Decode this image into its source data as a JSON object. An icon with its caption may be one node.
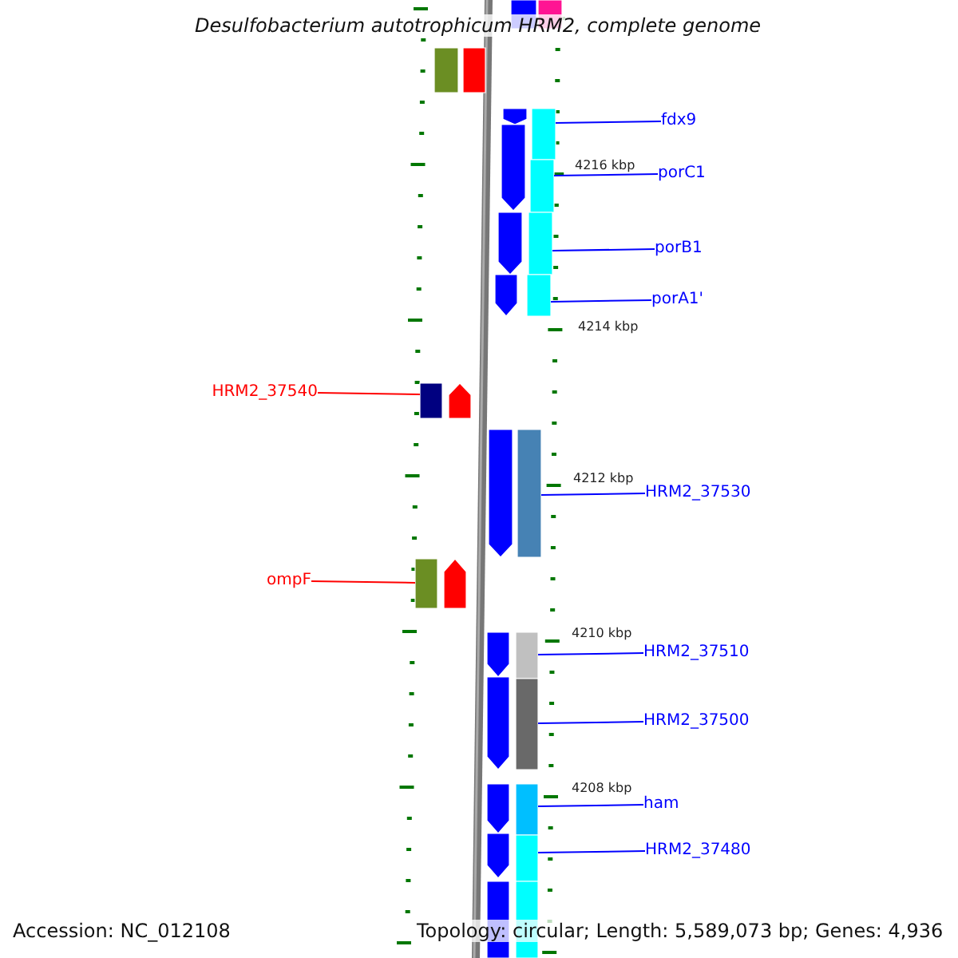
{
  "diagram": {
    "title": "Desulfobacterium autotrophicum HRM2, complete genome",
    "nodes": [
      {
        "text": [
          "fdx9"
        ]
      },
      {
        "text": [],
        "shape": "box"
      },
      {
        "text": [
          "porC1"
        ]
      },
      {
        "text": [],
        "shape": "box"
      },
      {
        "text": [
          "porB1"
        ]
      },
      {
        "text": [],
        "shape": "box"
      },
      {
        "text": [
          "porA1'"
        ]
      },
      {
        "text": [],
        "shape": "box"
      },
      {
        "text": [
          "HRM2_37540"
        ]
      },
      {
        "text": [],
        "shape": "box"
      },
      {
        "text": [
          "HRM2_37530"
        ]
      },
      {
        "text": [],
        "shape": "box"
      },
      {
        "text": [
          "ompF"
        ]
      },
      {
        "text": [],
        "shape": "box"
      },
      {
        "text": [
          "HRM2_37510"
        ]
      },
      {
        "text": [],
        "shape": "box"
      },
      {
        "text": [
          "HRM2_37500"
        ]
      },
      {
        "text": [],
        "shape": "box"
      },
      {
        "text": [
          "ham"
        ]
      },
      {
        "text": [],
        "shape": "box"
      },
      {
        "text": [
          "HRM2_37480"
        ]
      },
      {
        "text": [],
        "shape": "box"
      },
      {
        "text": [],
        "shape": "box"
      },
      {
        "text": [],
        "shape": "box"
      },
      {
        "text": [],
        "shape": "box"
      },
      {
        "text": [],
        "shape": "box"
      },
      {
        "text": [],
        "shape": "box"
      },
      {
        "text": [],
        "shape": "box"
      },
      {
        "text": [],
        "shape": "box"
      },
      {
        "text": [],
        "shape": "box"
      },
      {
        "text": [],
        "shape": "box"
      },
      {
        "text": [],
        "shape": "box"
      },
      {
        "text": [],
        "shape": "box"
      },
      {
        "text": [],
        "shape": "box"
      },
      {
        "text": [],
        "shape": "box"
      },
      {
        "text": [],
        "shape": "box"
      },
      {
        "text": [],
        "shape": "box"
      },
      {
        "text": [],
        "shape": "box"
      },
      {
        "text": [],
        "shape": "box"
      }
    ],
    "edges": [
      {
        "from": 0,
        "to": 1,
        "arrow": "none"
      },
      {
        "from": 2,
        "to": 3,
        "arrow": "none"
      },
      {
        "from": 4,
        "to": 5,
        "arrow": "none"
      },
      {
        "from": 6,
        "to": 7,
        "arrow": "none"
      },
      {
        "from": 8,
        "to": 9,
        "arrow": "none",
        "color": "#ff0000"
      },
      {
        "from": 10,
        "to": 11,
        "arrow": "none"
      },
      {
        "from": 12,
        "to": 13,
        "arrow": "none",
        "color": "#ff0000"
      },
      {
        "from": 14,
        "to": 15,
        "arrow": "none"
      },
      {
        "from": 16,
        "to": 17,
        "arrow": "none"
      },
      {
        "from": 18,
        "to": 19,
        "arrow": "none"
      },
      {
        "from": 20,
        "to": 21,
        "arrow": "none"
      }
    ],
    "labels": [
      "4216 kbp",
      "4214 kbp",
      "4212 kbp",
      "4210 kbp",
      "4208 kbp",
      "Accession: NC_012108",
      "Topology: circular; Length: 5,589,073 bp; Genes: 4,936"
    ]
  }
}
